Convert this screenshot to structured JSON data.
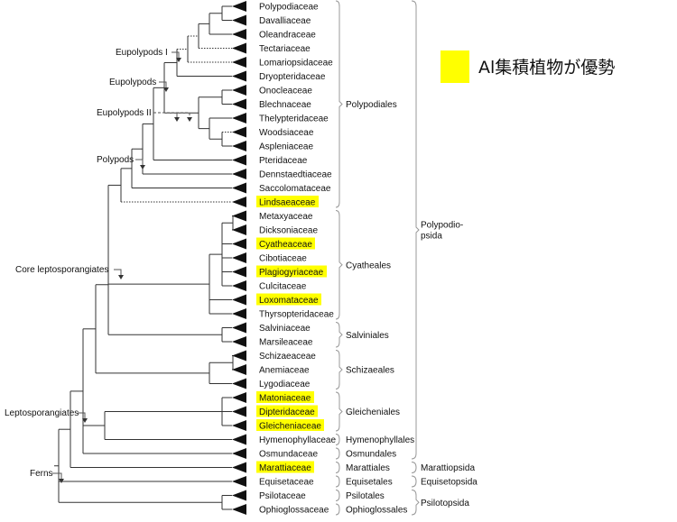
{
  "legend": {
    "text": "Al集積植物が優勢",
    "color": "#ffff00"
  },
  "highlight_color": "#ffff00",
  "taxa": [
    {
      "name": "Polypodiaceae",
      "highlight": false
    },
    {
      "name": "Davalliaceae",
      "highlight": false
    },
    {
      "name": "Oleandraceae",
      "highlight": false
    },
    {
      "name": "Tectariaceae",
      "highlight": false
    },
    {
      "name": "Lomariopsidaceae",
      "highlight": false
    },
    {
      "name": "Dryopteridaceae",
      "highlight": false
    },
    {
      "name": "Onocleaceae",
      "highlight": false
    },
    {
      "name": "Blechnaceae",
      "highlight": false
    },
    {
      "name": "Thelypteridaceae",
      "highlight": false
    },
    {
      "name": "Woodsiaceae",
      "highlight": false
    },
    {
      "name": "Aspleniaceae",
      "highlight": false
    },
    {
      "name": "Pteridaceae",
      "highlight": false
    },
    {
      "name": "Dennstaedtiaceae",
      "highlight": false
    },
    {
      "name": "Saccolomataceae",
      "highlight": false
    },
    {
      "name": "Lindsaeaceae",
      "highlight": true
    },
    {
      "name": "Metaxyaceae",
      "highlight": false
    },
    {
      "name": "Dicksoniaceae",
      "highlight": false
    },
    {
      "name": "Cyatheaceae",
      "highlight": true
    },
    {
      "name": "Cibotiaceae",
      "highlight": false
    },
    {
      "name": "Plagiogyriaceae",
      "highlight": true
    },
    {
      "name": "Culcitaceae",
      "highlight": false
    },
    {
      "name": "Loxomataceae",
      "highlight": true
    },
    {
      "name": "Thyrsopteridaceae",
      "highlight": false
    },
    {
      "name": "Salviniaceae",
      "highlight": false
    },
    {
      "name": "Marsileaceae",
      "highlight": false
    },
    {
      "name": "Schizaeaceae",
      "highlight": false
    },
    {
      "name": "Anemiaceae",
      "highlight": false
    },
    {
      "name": "Lygodiaceae",
      "highlight": false
    },
    {
      "name": "Matoniaceae",
      "highlight": true
    },
    {
      "name": "Dipteridaceae",
      "highlight": true
    },
    {
      "name": "Gleicheniaceae",
      "highlight": true
    },
    {
      "name": "Hymenophyllaceae",
      "highlight": false
    },
    {
      "name": "Osmundaceae",
      "highlight": false
    },
    {
      "name": "Marattiaceae",
      "highlight": true
    },
    {
      "name": "Equisetaceae",
      "highlight": false
    },
    {
      "name": "Psilotaceae",
      "highlight": false
    },
    {
      "name": "Ophioglossaceae",
      "highlight": false
    }
  ],
  "orders": [
    {
      "name": "Polypodiales",
      "from": 0,
      "to": 14
    },
    {
      "name": "Cyatheales",
      "from": 15,
      "to": 22
    },
    {
      "name": "Salviniales",
      "from": 23,
      "to": 24
    },
    {
      "name": "Schizaeales",
      "from": 25,
      "to": 27
    },
    {
      "name": "Gleicheniales",
      "from": 28,
      "to": 30
    },
    {
      "name": "Hymenophyllales",
      "from": 31,
      "to": 31
    },
    {
      "name": "Osmundales",
      "from": 32,
      "to": 32
    },
    {
      "name": "Marattiales",
      "from": 33,
      "to": 33
    },
    {
      "name": "Equisetales",
      "from": 34,
      "to": 34
    },
    {
      "name": "Psilotales",
      "from": 35,
      "to": 35
    },
    {
      "name": "Ophioglossales",
      "from": 36,
      "to": 36
    }
  ],
  "classes": [
    {
      "name": "Polypodio-\npsida",
      "from": 0,
      "to": 32
    },
    {
      "name": "Marattiopsida",
      "from": 33,
      "to": 33
    },
    {
      "name": "Equisetopsida",
      "from": 34,
      "to": 34
    },
    {
      "name": "Psilotopsida",
      "from": 35,
      "to": 36
    }
  ],
  "clade_labels": [
    {
      "name": "Eupolypods I"
    },
    {
      "name": "Eupolypods"
    },
    {
      "name": "Eupolypods II"
    },
    {
      "name": "Polypods"
    },
    {
      "name": "Core leptosporangiates"
    },
    {
      "name": "Leptosporangiates"
    },
    {
      "name": "Ferns"
    }
  ]
}
